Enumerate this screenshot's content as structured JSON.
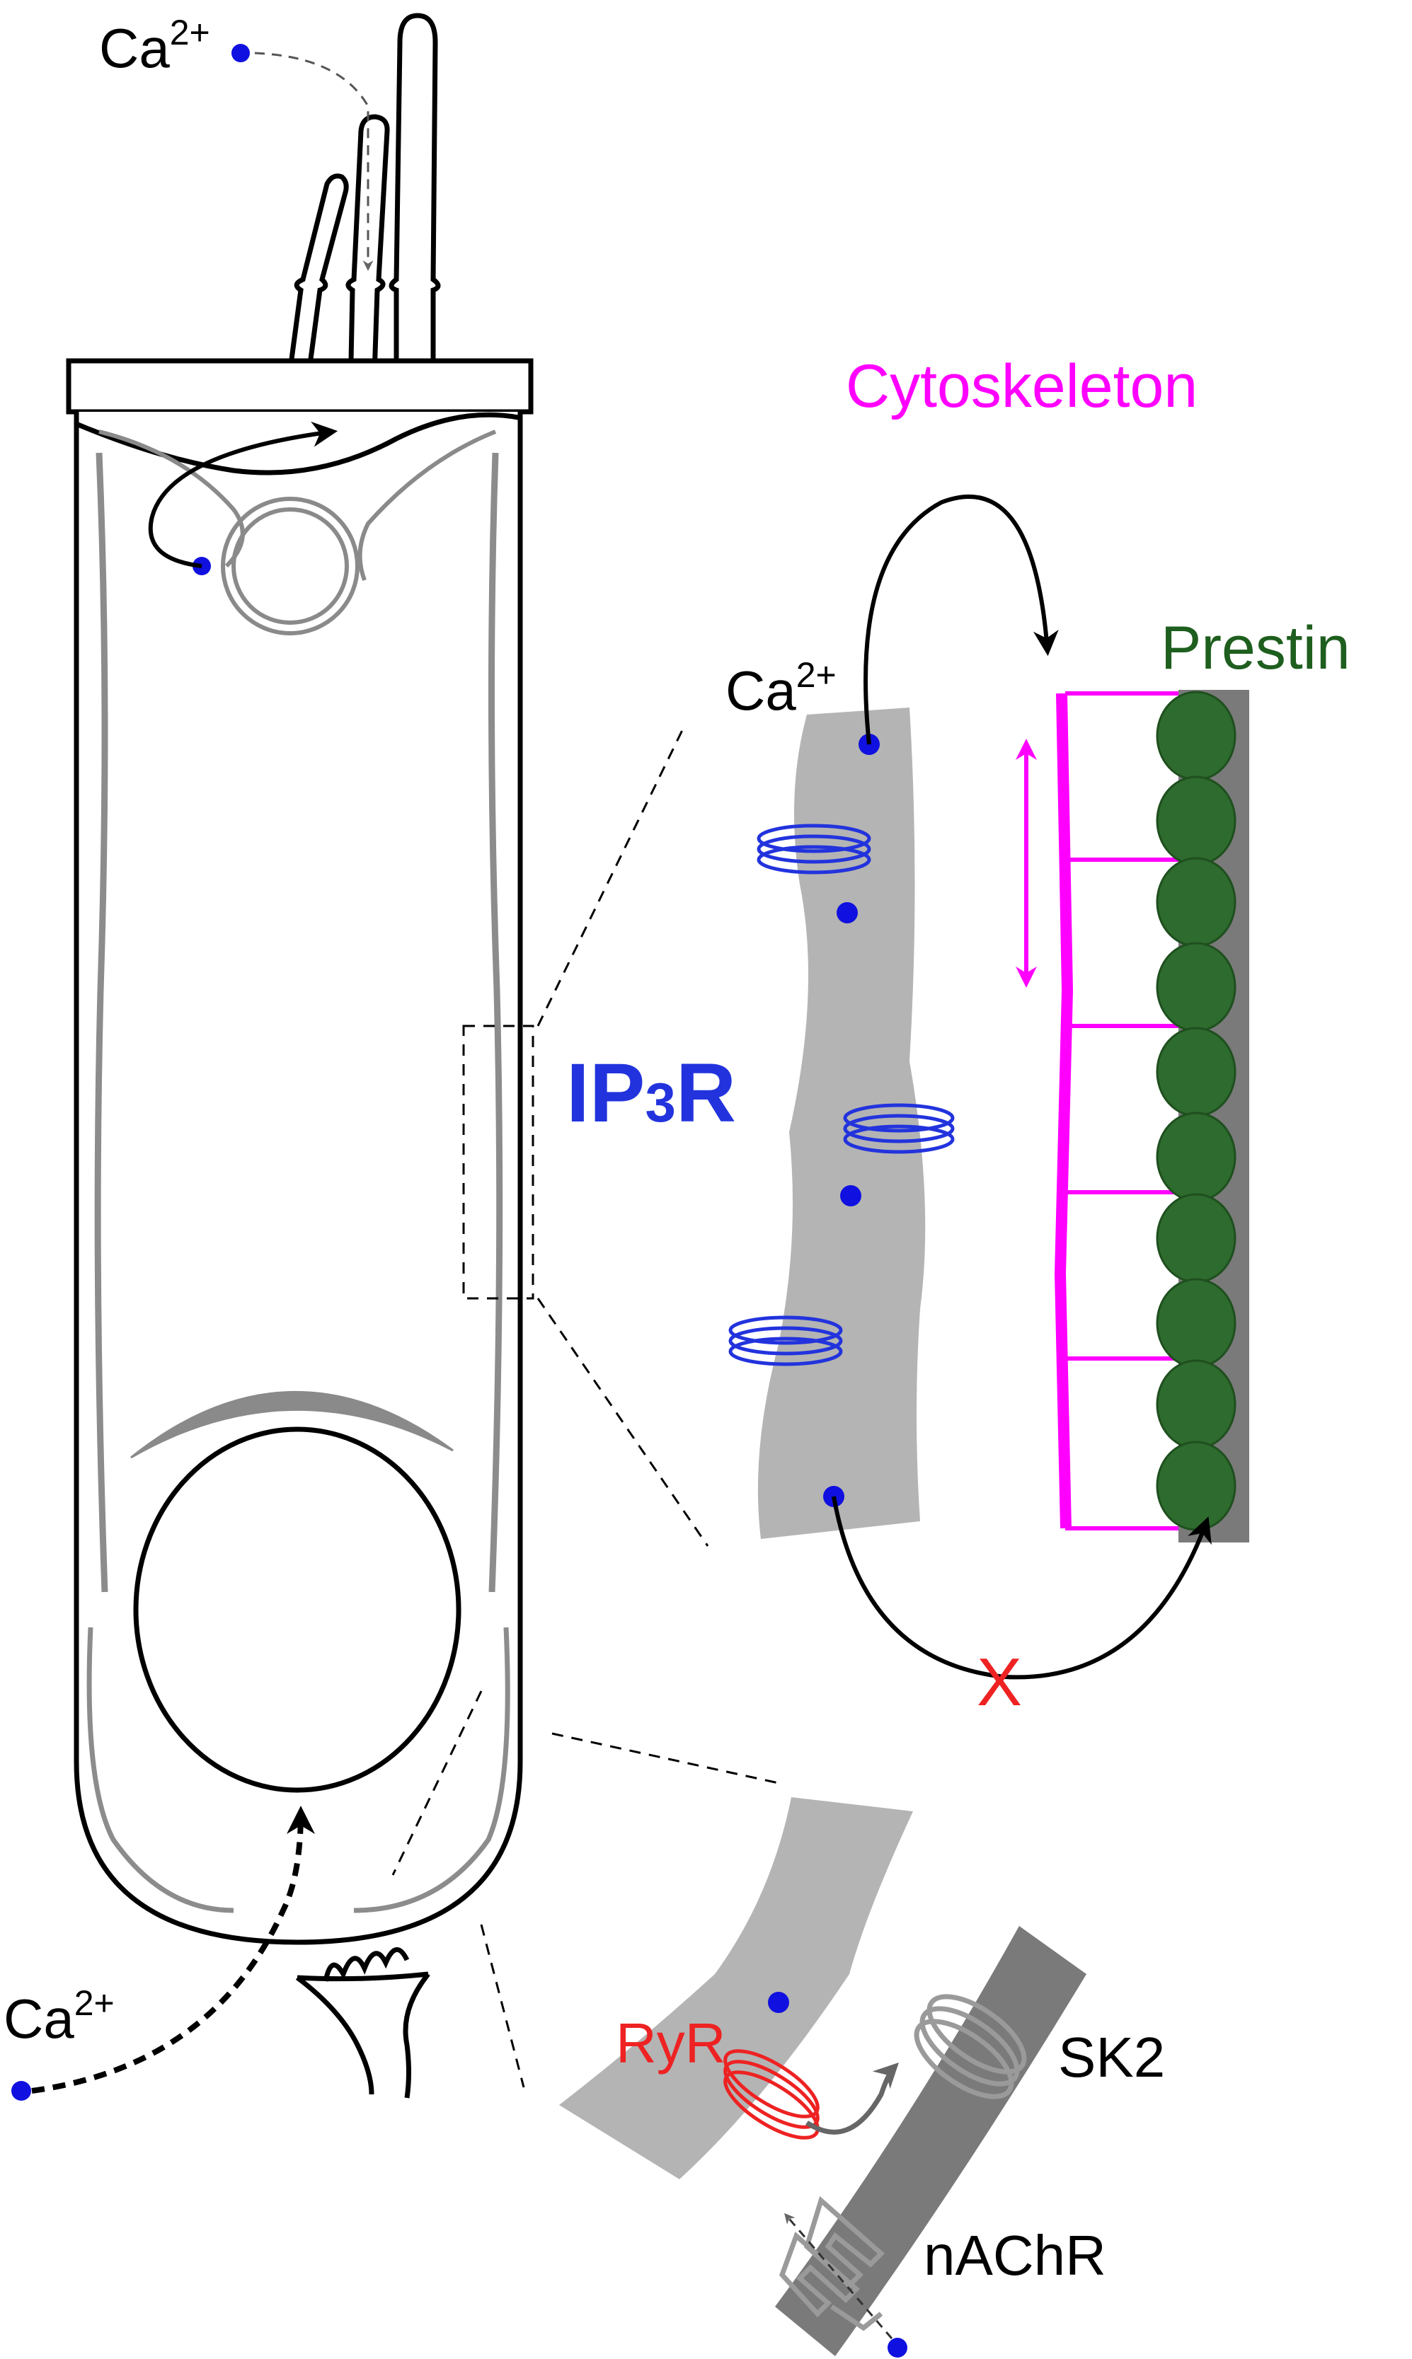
{
  "labels": {
    "ca_top": "Ca",
    "ca_top_sup": "2+",
    "ca_mid": "Ca",
    "ca_mid_sup": "2+",
    "ca_bottom": "Ca",
    "ca_bottom_sup": "2+",
    "cytoskeleton": "Cytoskeleton",
    "prestin": "Prestin",
    "ip3r_ip": "IP",
    "ip3r_sub": "3",
    "ip3r_r": "R",
    "ryr": "RyR",
    "sk2": "SK2",
    "nachr": "nAChR",
    "blocked_mark": "X"
  },
  "colors": {
    "calcium_dot": "#1010e0",
    "ip3r": "#2233dd",
    "cytoskeleton": "#ff00ff",
    "prestin": "#2e6b2e",
    "prestin_label": "#1e5e1e",
    "ryr": "#ee2222",
    "membrane_gray": "#b4b4b4",
    "dark_gray": "#7a7a7a",
    "outline": "#000000"
  }
}
